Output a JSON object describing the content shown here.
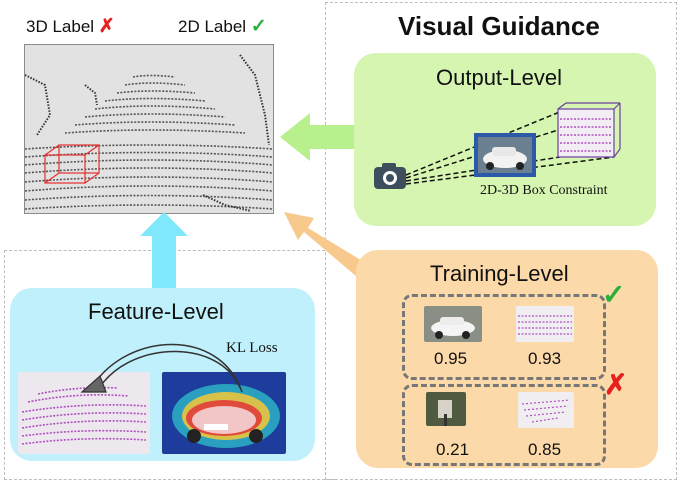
{
  "header": {
    "label_3d": "3D Label",
    "label_2d": "2D Label",
    "cross_mark": "✗",
    "check_mark": "✓"
  },
  "visual_guidance": {
    "title": "Visual Guidance"
  },
  "output_level": {
    "title": "Output-Level",
    "caption": "2D-3D Box Constraint"
  },
  "training_level": {
    "title": "Training-Level",
    "good_pair": {
      "image_score": "0.95",
      "lidar_score": "0.93",
      "mark": "✓"
    },
    "bad_pair": {
      "image_score": "0.21",
      "lidar_score": "0.85",
      "mark": "✗"
    }
  },
  "feature_level": {
    "title": "Feature-Level",
    "loss_label": "KL Loss"
  },
  "colors": {
    "output_bg": "#d5f5b0",
    "training_bg": "#fcd9a8",
    "feature_bg": "#bff0fb",
    "arrow_green": "#b9f08e",
    "arrow_orange": "#f8c98c",
    "arrow_cyan": "#7fe9fb",
    "check": "#27b03a",
    "cross": "#e8201c",
    "lidar_purple": "#b04fc0"
  }
}
